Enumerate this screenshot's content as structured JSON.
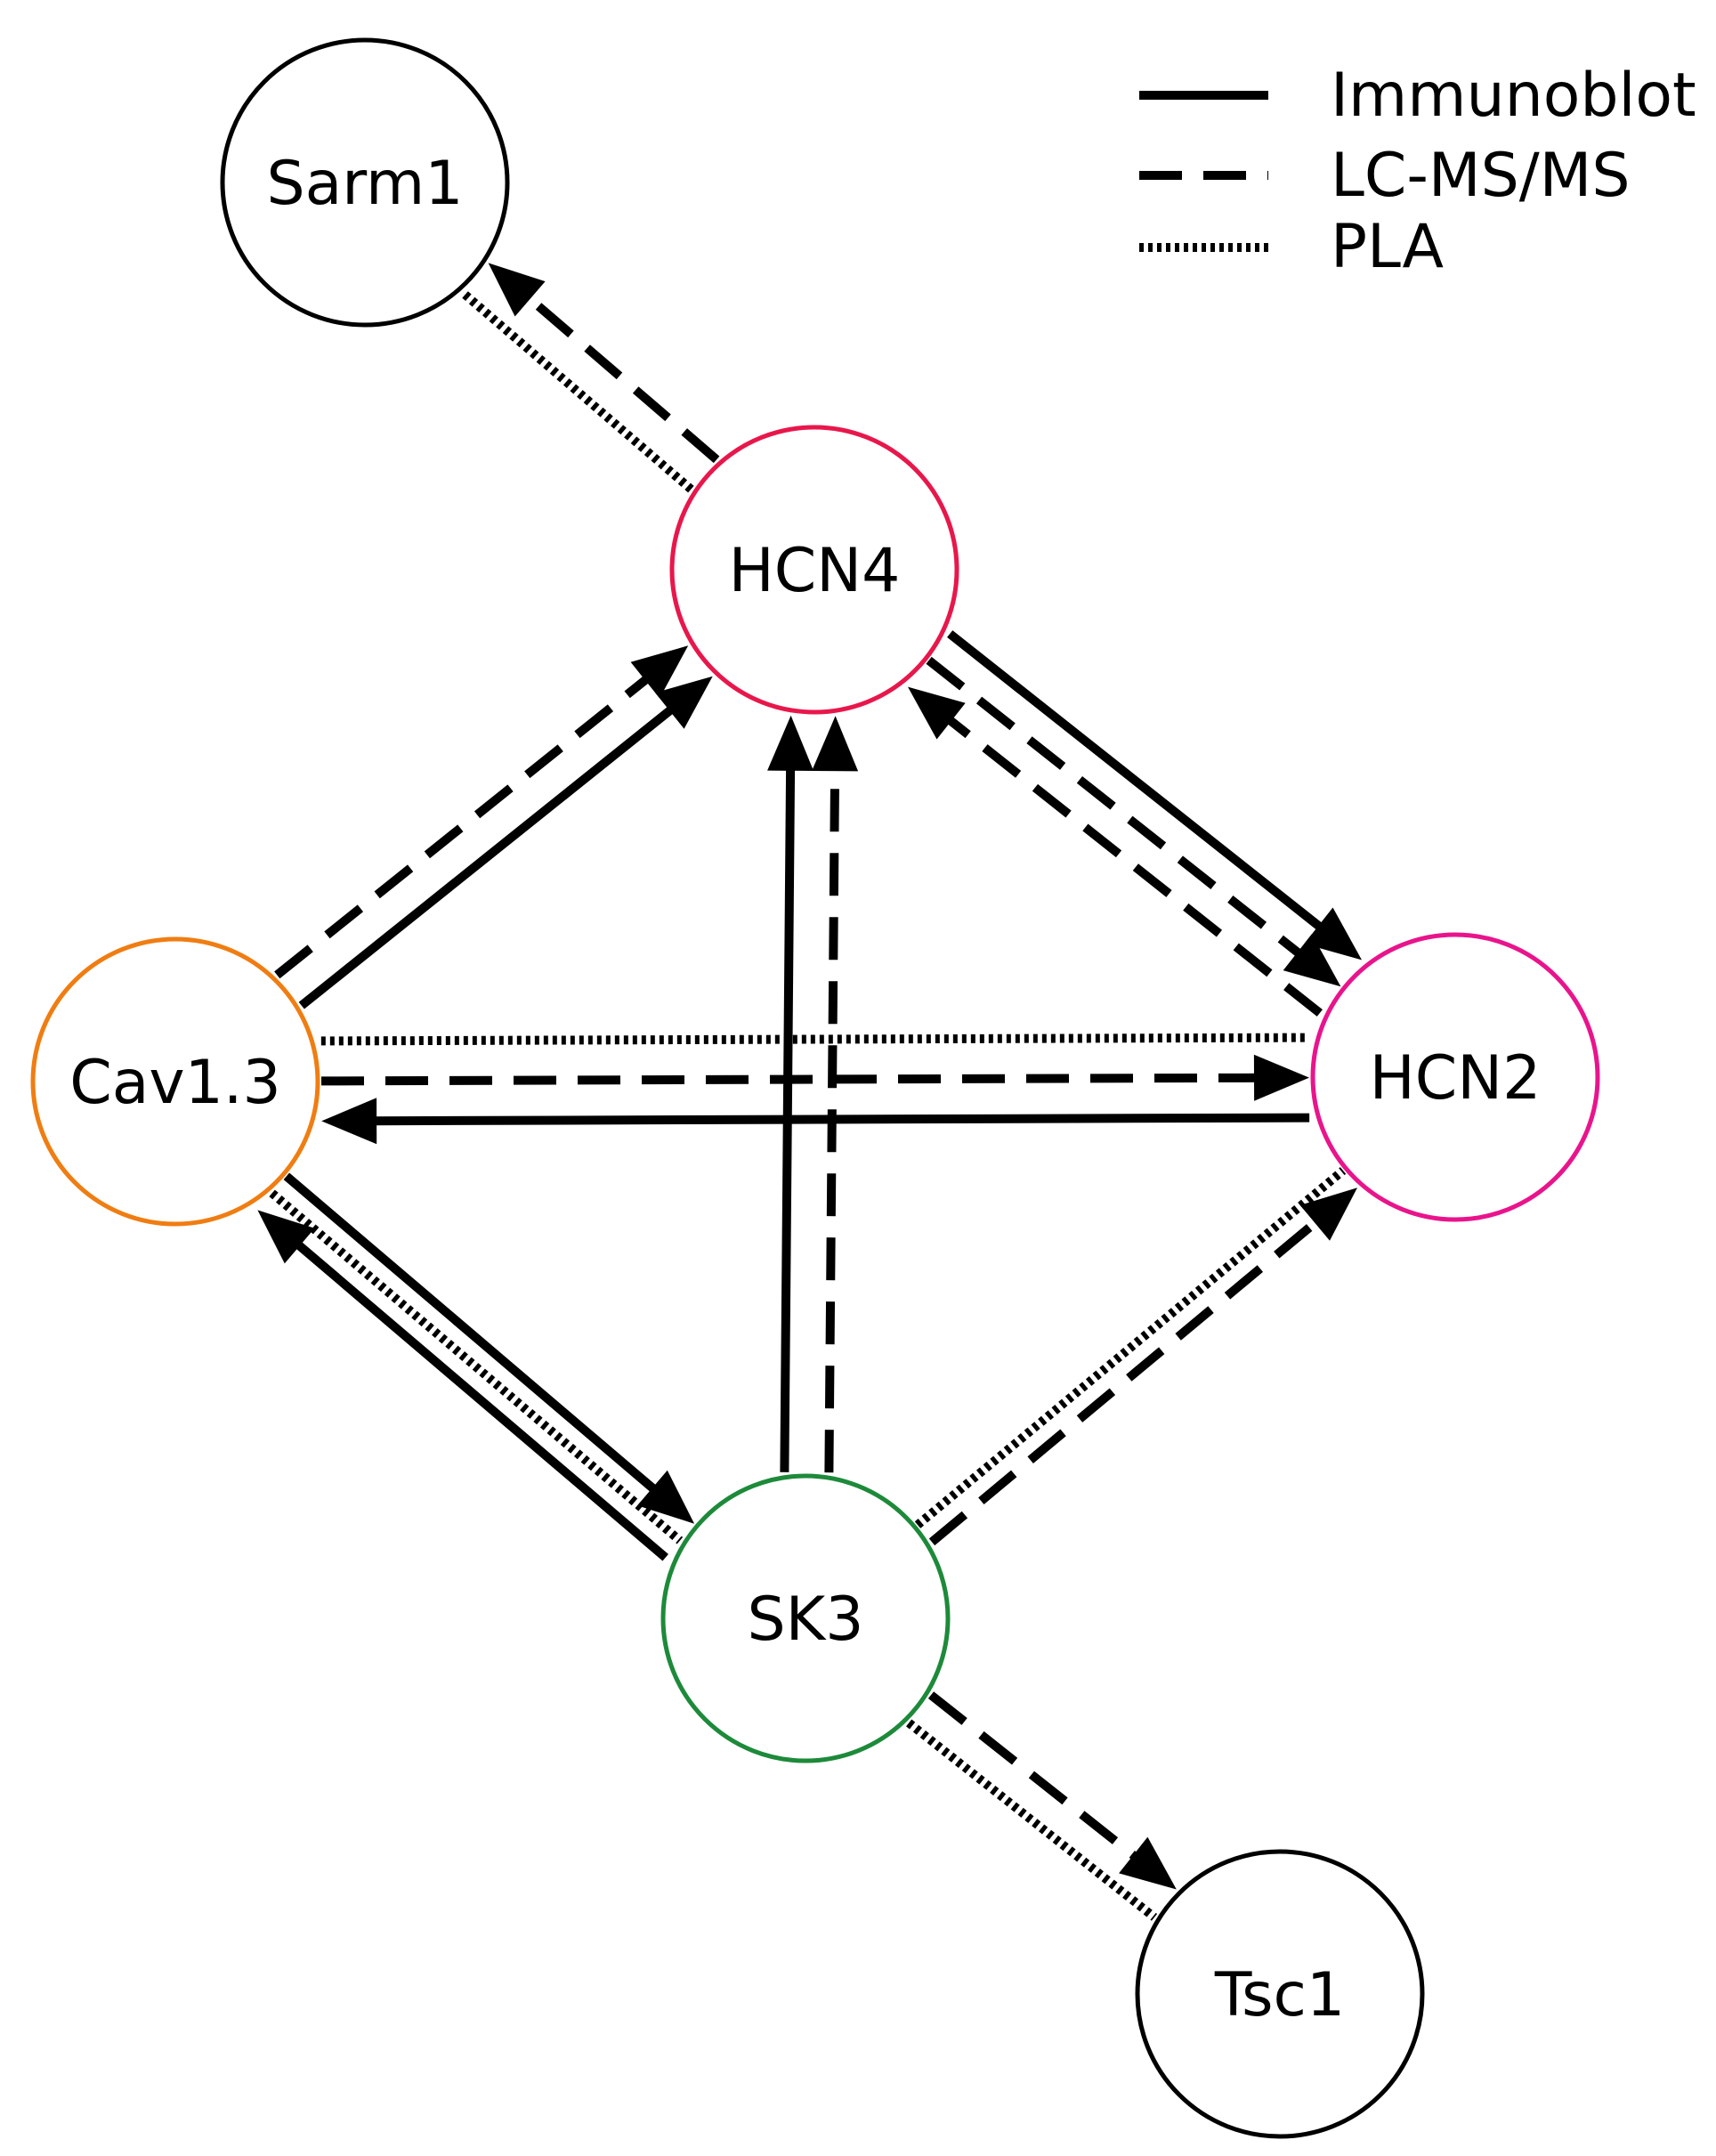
{
  "diagram": {
    "nodes": [
      {
        "id": "Sarm1",
        "label": "Sarm1",
        "color": "#000000"
      },
      {
        "id": "HCN4",
        "label": "HCN4",
        "color": "#e8174b"
      },
      {
        "id": "Cav1.3",
        "label": "Cav1.3",
        "color": "#f07d12"
      },
      {
        "id": "HCN2",
        "label": "HCN2",
        "color": "#e9148c"
      },
      {
        "id": "SK3",
        "label": "SK3",
        "color": "#1d8a3a"
      },
      {
        "id": "Tsc1",
        "label": "Tsc1",
        "color": "#000000"
      }
    ],
    "edges": [
      {
        "from": "HCN4",
        "to": "Sarm1",
        "style": "dashed",
        "arrow": true
      },
      {
        "from": "HCN4",
        "to": "Sarm1",
        "style": "dotted",
        "arrow": false
      },
      {
        "from": "Cav1.3",
        "to": "HCN4",
        "style": "dashed",
        "arrow": true
      },
      {
        "from": "Cav1.3",
        "to": "HCN4",
        "style": "solid",
        "arrow": true
      },
      {
        "from": "HCN4",
        "to": "HCN2",
        "style": "solid",
        "arrow": true
      },
      {
        "from": "HCN4",
        "to": "HCN2",
        "style": "dashed",
        "arrow": true
      },
      {
        "from": "HCN2",
        "to": "HCN4",
        "style": "dashed",
        "arrow": true
      },
      {
        "from": "SK3",
        "to": "HCN4",
        "style": "solid",
        "arrow": true
      },
      {
        "from": "SK3",
        "to": "HCN4",
        "style": "dashed",
        "arrow": true
      },
      {
        "from": "Cav1.3",
        "to": "HCN2",
        "style": "dotted",
        "arrow": false
      },
      {
        "from": "Cav1.3",
        "to": "HCN2",
        "style": "dashed",
        "arrow": true
      },
      {
        "from": "HCN2",
        "to": "Cav1.3",
        "style": "solid",
        "arrow": true
      },
      {
        "from": "Cav1.3",
        "to": "SK3",
        "style": "solid",
        "arrow": true
      },
      {
        "from": "Cav1.3",
        "to": "SK3",
        "style": "dotted",
        "arrow": false
      },
      {
        "from": "SK3",
        "to": "Cav1.3",
        "style": "solid",
        "arrow": true
      },
      {
        "from": "SK3",
        "to": "HCN2",
        "style": "dotted",
        "arrow": false
      },
      {
        "from": "SK3",
        "to": "HCN2",
        "style": "dashed",
        "arrow": true
      },
      {
        "from": "SK3",
        "to": "Tsc1",
        "style": "dashed",
        "arrow": true
      },
      {
        "from": "SK3",
        "to": "Tsc1",
        "style": "dotted",
        "arrow": false
      }
    ]
  },
  "legend": {
    "items": [
      {
        "style": "solid",
        "label": "Immunoblot"
      },
      {
        "style": "dashed",
        "label": "LC-MS/MS"
      },
      {
        "style": "dotted",
        "label": "PLA"
      }
    ]
  }
}
